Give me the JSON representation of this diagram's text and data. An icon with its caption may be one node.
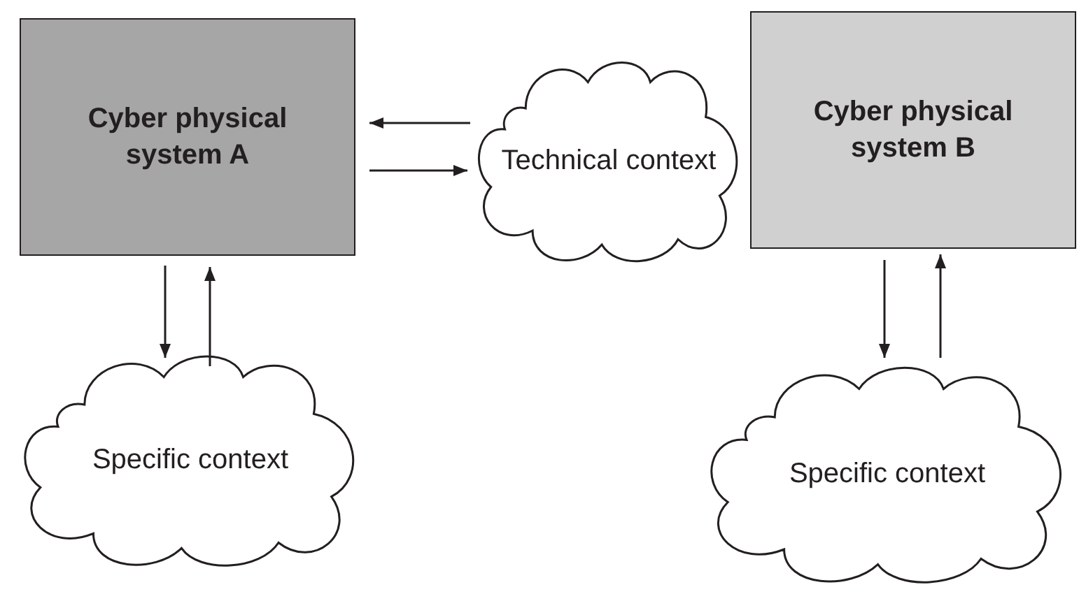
{
  "diagram": {
    "nodes": [
      {
        "text": [
          "Cyber physical system A"
        ]
      },
      {
        "text": [
          "Technical context"
        ]
      },
      {
        "text": [
          "Cyber physical system B"
        ]
      },
      {
        "text": [
          "Specific context"
        ]
      },
      {
        "text": [
          "Specific context"
        ]
      }
    ],
    "edges": [
      {
        "from": 1,
        "to": 0,
        "arrow": "to"
      },
      {
        "from": 0,
        "to": 1,
        "arrow": "to"
      },
      {
        "from": 0,
        "to": 3,
        "arrow": "to"
      },
      {
        "from": 3,
        "to": 0,
        "arrow": "to"
      },
      {
        "from": 2,
        "to": 4,
        "arrow": "to"
      },
      {
        "from": 4,
        "to": 2,
        "arrow": "to"
      }
    ]
  }
}
